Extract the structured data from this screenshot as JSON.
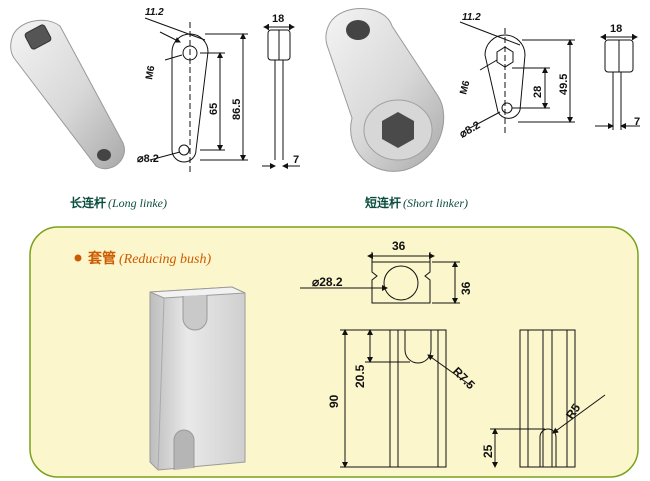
{
  "long_linker": {
    "caption_cn": "长连杆",
    "caption_en": "(Long linke)",
    "dims": {
      "top": "11.2",
      "m6": "M6",
      "h1": "65",
      "h2": "86.5",
      "hole": "8.2",
      "width": "18",
      "thick": "7"
    }
  },
  "short_linker": {
    "caption_cn": "短连杆",
    "caption_en": "(Short linker)",
    "dims": {
      "top": "11.2",
      "m6": "M6",
      "h1": "28",
      "h2": "49.5",
      "hole": "8.2",
      "width": "18",
      "thick": "7"
    }
  },
  "bush": {
    "title_cn": "套管",
    "title_en": "(Reducing bush)",
    "dims": {
      "width": "36",
      "height": "36",
      "bore": "28.2",
      "slot": "20.5",
      "total": "90",
      "r1": "R7.5",
      "side_slot": "25",
      "r2": "R5"
    }
  },
  "colors": {
    "panel_bg": "#fcf6cd",
    "panel_border": "#7aa21a",
    "caption": "#0b4d3d",
    "title": "#cc5a00"
  }
}
